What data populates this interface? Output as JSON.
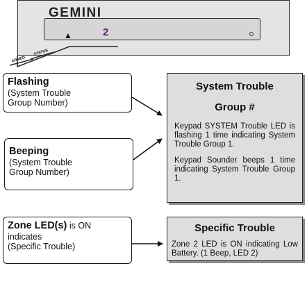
{
  "keypad": {
    "brand": "GEMINI",
    "display_digit": "2",
    "indicator_armed": "ARMED",
    "indicator_status": "STATUS",
    "warning_icon": "warning-triangle-icon"
  },
  "left": {
    "flashing": {
      "title": "Flashing",
      "line1": "(System Trouble",
      "line2": "Group Number)"
    },
    "beeping": {
      "title": "Beeping",
      "line1": "(System Trouble",
      "line2": "Group Number)"
    },
    "zone": {
      "title": "Zone LED(s)",
      "after": " is ON",
      "line1": "indicates",
      "line2": "(Specific Trouble)"
    }
  },
  "right": {
    "system": {
      "title_line1": "System Trouble",
      "title_line2": "Group #",
      "para1": "Keypad SYSTEM Trouble LED is flashing 1 time indicating System Trouble Group 1.",
      "para2": "Keypad Sounder beeps 1 time indicating System Trouble Group 1."
    },
    "specific": {
      "title": "Specific Trouble",
      "body": "Zone 2 LED is ON indicating Low Battery. (1 Beep, LED 2)"
    }
  },
  "colors": {
    "panel_fill": "#dedede",
    "digit": "#5d2272"
  }
}
